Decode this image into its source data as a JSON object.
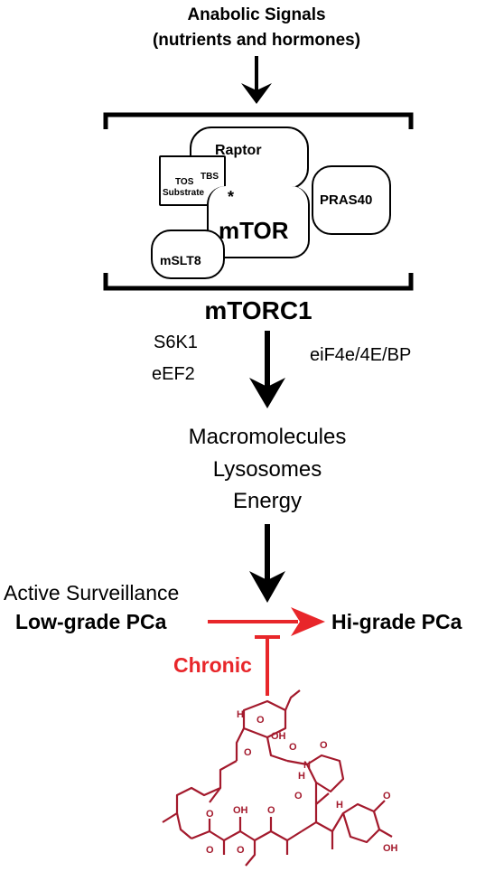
{
  "input": {
    "line1": "Anabolic Signals",
    "line2": "(nutrients  and hormones)"
  },
  "complex": {
    "name": "mTORC1",
    "components": {
      "raptor": "Raptor",
      "tbs": "TBS",
      "tos": "TOS",
      "substrate": "Substrate",
      "asterisk": "*",
      "mtor": "mTOR",
      "mslt8": "mSLT8",
      "pras40": "PRAS40"
    }
  },
  "effectors": {
    "left1": "S6K1",
    "left2": "eEF2",
    "right": "eiF4e/4E/BP"
  },
  "outputs": [
    "Macromolecules",
    "Lysosomes",
    "Energy"
  ],
  "progression": {
    "context": "Active Surveillance",
    "from": "Low-grade PCa",
    "to": "Hi-grade PCa"
  },
  "inhibitor": {
    "label": "Chronic",
    "color": "#e8262a",
    "structure_color": "#a3192c"
  }
}
